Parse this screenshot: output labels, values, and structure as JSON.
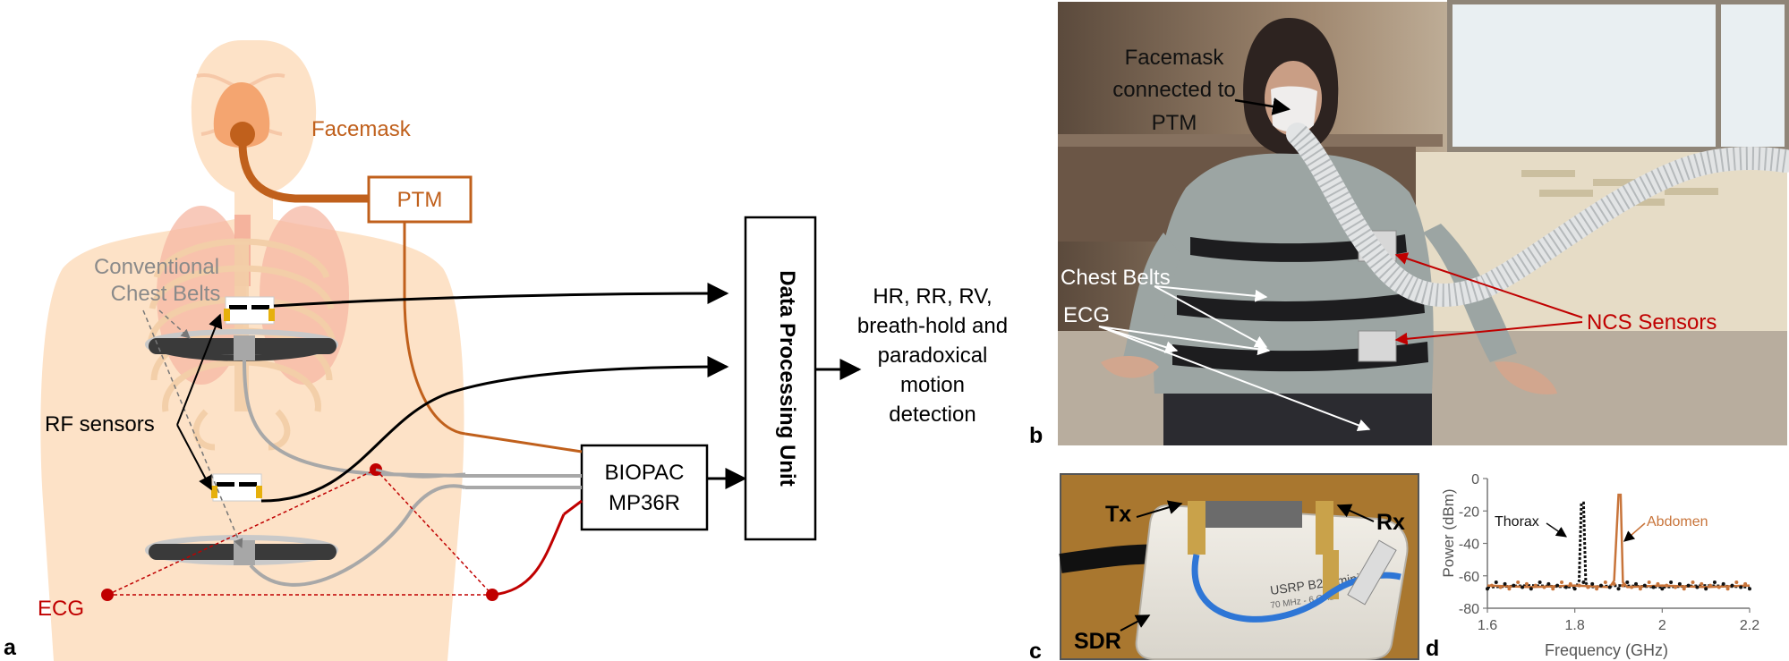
{
  "panel_a": {
    "letter": "a",
    "facemask": "Facemask",
    "ptm": "PTM",
    "belts_line1": "Conventional",
    "belts_line2": "Chest Belts",
    "rf_sensors": "RF sensors",
    "ecg": "ECG",
    "biopac_line1": "BIOPAC",
    "biopac_line2": "MP36R",
    "dpu": "Data Processing Unit",
    "output_lines": [
      "HR, RR, RV,",
      "breath-hold and",
      "paradoxical",
      "motion",
      "detection"
    ]
  },
  "panel_b": {
    "letter": "b",
    "facemask_line1": "Facemask",
    "facemask_line2": "connected to",
    "facemask_line3": "PTM",
    "chest_belts": "Chest Belts",
    "ecg": "ECG",
    "ncs": "NCS Sensors"
  },
  "panel_c": {
    "letter": "c",
    "tx": "Tx",
    "rx": "Rx",
    "sdr": "SDR",
    "device_label": "USRP B200mini",
    "device_sub": "70 MHz - 6 GHz"
  },
  "panel_d": {
    "letter": "d",
    "annot_thorax": "Thorax",
    "annot_abdomen": "Abdomen"
  },
  "colors": {
    "orange": "#c0601c",
    "red": "#c00000",
    "gray_text": "#8a8a8a",
    "thorax": "#111111",
    "abdomen": "#c8743a"
  },
  "chart_data": {
    "type": "line",
    "xlabel": "Frequency (GHz)",
    "ylabel": "Power (dBm)",
    "xlim": [
      1.6,
      2.2
    ],
    "ylim": [
      -80,
      0
    ],
    "xticks": [
      1.6,
      1.8,
      2,
      2.2
    ],
    "yticks": [
      -20,
      -40,
      -60,
      -80
    ],
    "x_tick_labels": [
      "1.6",
      "1.8",
      "2",
      "2.2"
    ],
    "y_tick_labels": [
      "-20",
      "-40",
      "-60",
      "-80"
    ],
    "grid": false,
    "series": [
      {
        "name": "Thorax",
        "color": "#111111",
        "x": [
          1.6,
          1.7,
          1.8,
          1.805,
          1.81,
          1.815,
          1.82,
          1.825,
          1.83,
          1.9,
          2.0,
          2.1,
          2.2
        ],
        "y": [
          -67,
          -66,
          -67,
          -66,
          -63,
          -15,
          -15,
          -64,
          -67,
          -66,
          -67,
          -66,
          -67
        ]
      },
      {
        "name": "Abdomen",
        "color": "#c8743a",
        "x": [
          1.6,
          1.7,
          1.8,
          1.88,
          1.89,
          1.9,
          1.905,
          1.91,
          1.92,
          2.0,
          2.1,
          2.2
        ],
        "y": [
          -66,
          -67,
          -66,
          -67,
          -63,
          -10,
          -10,
          -64,
          -67,
          -66,
          -67,
          -66
        ]
      }
    ]
  }
}
